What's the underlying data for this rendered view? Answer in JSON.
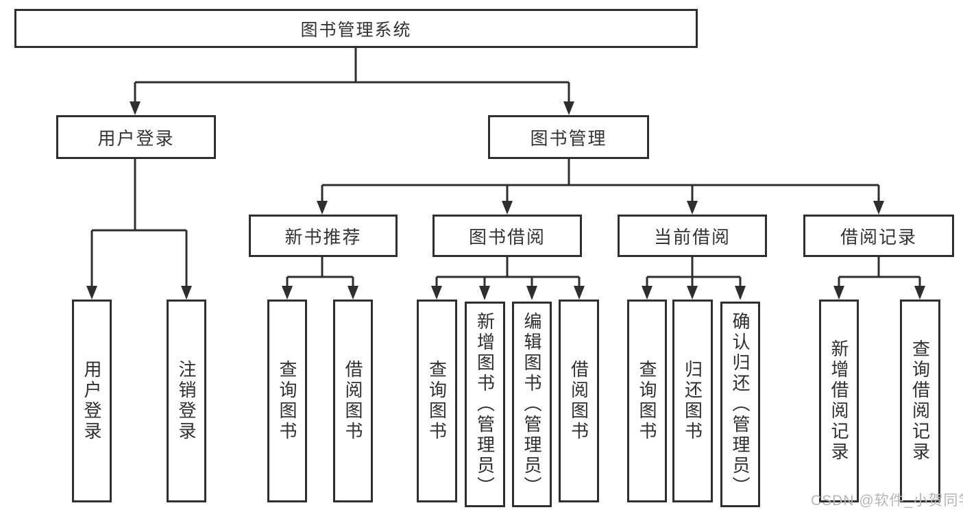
{
  "diagram": {
    "title": "图书管理系统",
    "nodes": {
      "root": "图书管理系统",
      "user_login": "用户登录",
      "book_management": "图书管理",
      "new_book_recommend": "新书推荐",
      "book_borrowing": "图书借阅",
      "current_borrowing": "当前借阅",
      "borrowing_records": "借阅记录",
      "leaf_user_login": "用户登录",
      "leaf_logout_login": "注销登录",
      "leaf_recommend_query_books": "查询图书",
      "leaf_recommend_borrow_books": "借阅图书",
      "leaf_borrowing_query_books": "查询图书",
      "leaf_borrowing_add_books": "新增图书（管理员）",
      "leaf_borrowing_edit_books": "编辑图书（管理员）",
      "leaf_borrowing_borrow_books": "借阅图书",
      "leaf_current_query_books": "查询图书",
      "leaf_current_return_books": "归还图书",
      "leaf_current_confirm_return": "确认归还（管理员）",
      "leaf_records_add_record": "新增借阅记录",
      "leaf_records_query_record": "查询借阅记录"
    },
    "colors": {
      "line": "#2e2e2e",
      "text": "#333333",
      "watermark": "#b5b5b5",
      "background": "#ffffff"
    }
  },
  "watermark": "CSDN @软件_小贺同学"
}
